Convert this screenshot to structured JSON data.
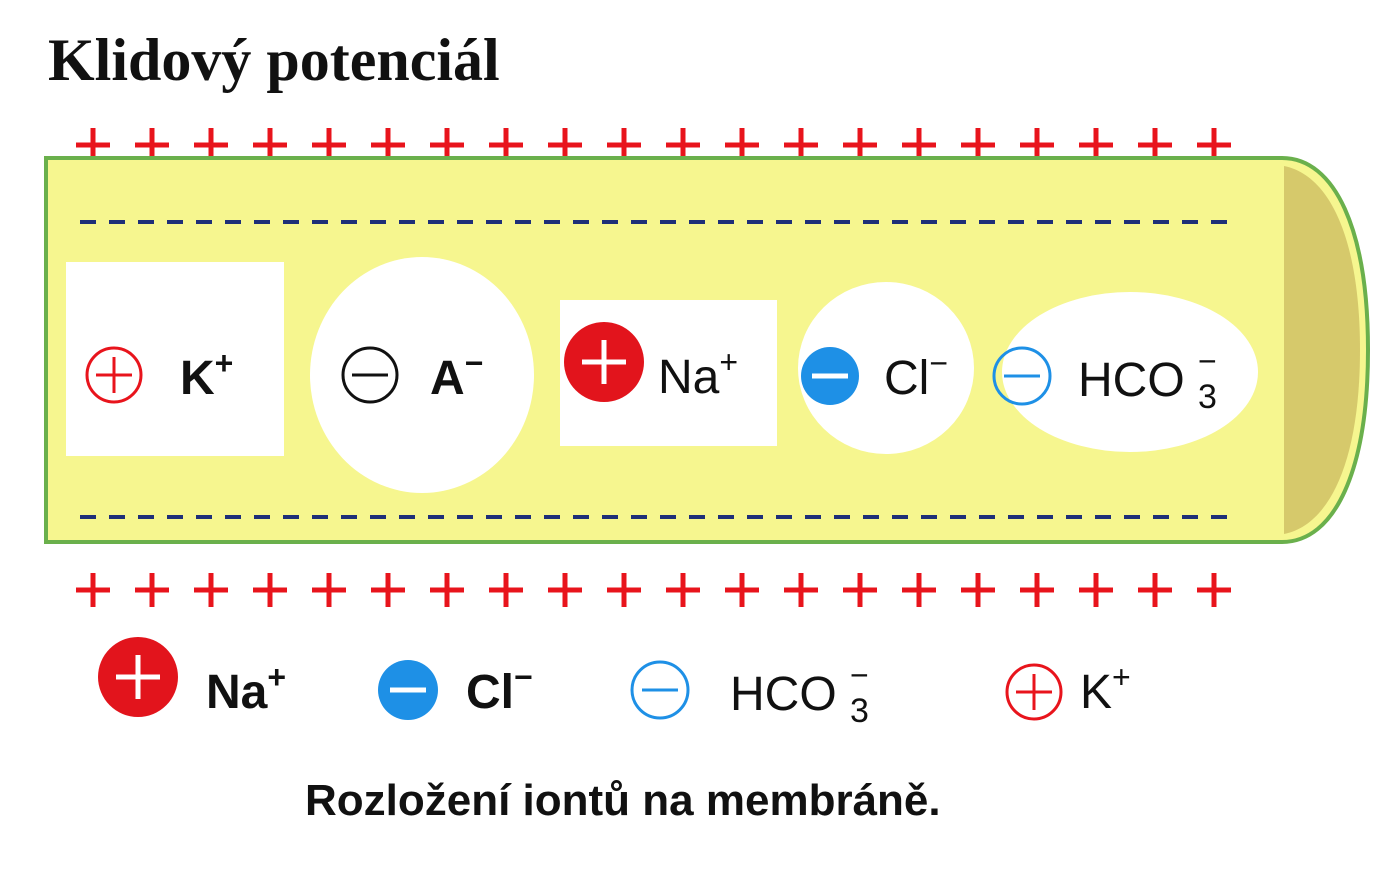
{
  "title": "Klidový potenciál",
  "caption": "Rozložení iontů na membráně.",
  "colors": {
    "cell_fill": "#f6f68f",
    "cell_border": "#6ab04c",
    "cap_shade": "#d3c467",
    "positive": "#e8141c",
    "negative": "#1e2f78",
    "cation_fill": "#e2141c",
    "anion_fill": "#1e90e6",
    "outline_black": "#111111"
  },
  "membrane": {
    "outer_top": "+",
    "inner_top": "-",
    "inner_bottom": "-",
    "outer_bottom": "+"
  },
  "inside_ions": [
    {
      "symbol_icon": "plus-outline-icon",
      "base": "K",
      "sup": "+",
      "sub": ""
    },
    {
      "symbol_icon": "minus-outline-icon",
      "base": "A",
      "sup": "−",
      "sub": ""
    },
    {
      "symbol_icon": "plus-filled-icon",
      "base": "Na",
      "sup": "+",
      "sub": ""
    },
    {
      "symbol_icon": "minus-filled-icon",
      "base": "Cl",
      "sup": "−",
      "sub": ""
    },
    {
      "symbol_icon": "minus-outline-blue-icon",
      "base": "HCO",
      "sup": "−",
      "sub": "3"
    }
  ],
  "outside_ions": [
    {
      "symbol_icon": "plus-filled-icon",
      "base": "Na",
      "sup": "+",
      "sub": ""
    },
    {
      "symbol_icon": "minus-filled-icon",
      "base": "Cl",
      "sup": "−",
      "sub": ""
    },
    {
      "symbol_icon": "minus-outline-blue-icon",
      "base": "HCO",
      "sup": "−",
      "sub": "3"
    },
    {
      "symbol_icon": "plus-outline-icon",
      "base": "K",
      "sup": "+",
      "sub": ""
    }
  ]
}
